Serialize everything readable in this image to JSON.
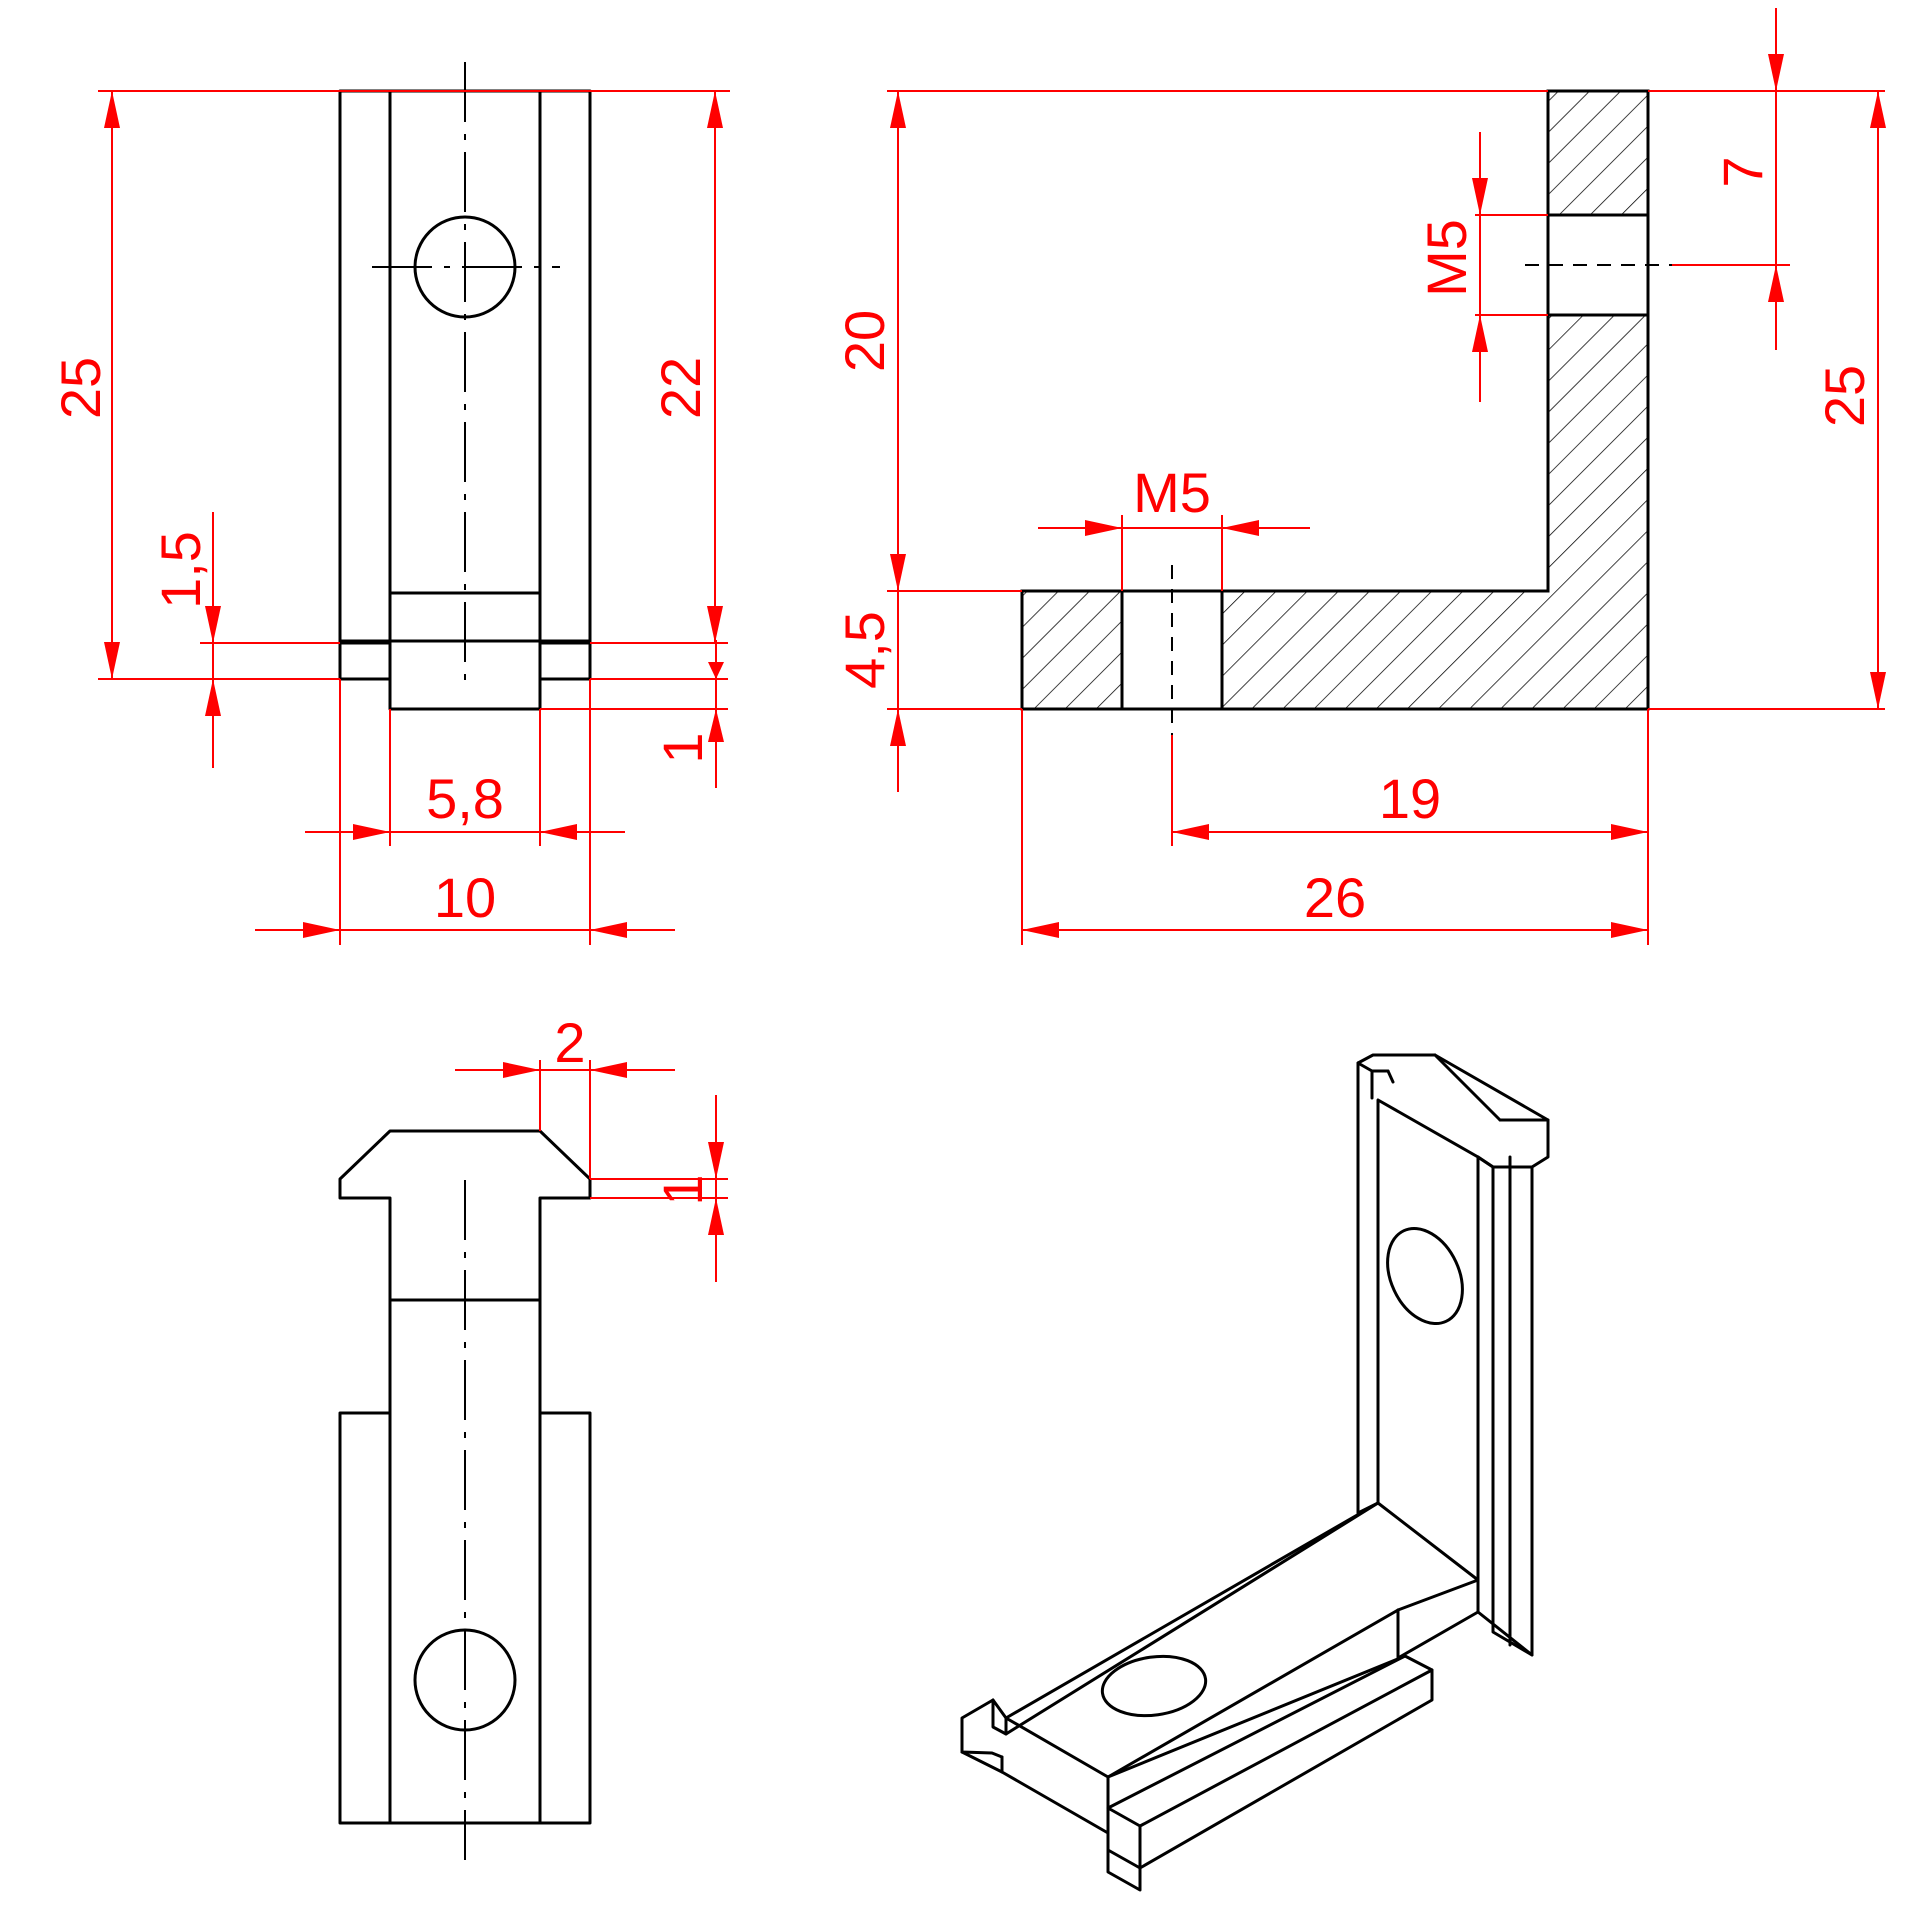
{
  "colors": {
    "object_line": "#000000",
    "dimension": "#ff0000",
    "background": "#ffffff"
  },
  "views": {
    "front": {
      "dims": {
        "height_total": "25",
        "height_inner": "22",
        "step_height": "1,5",
        "bottom_lip": "1",
        "slot_width": "5,8",
        "width": "10"
      }
    },
    "section": {
      "dims": {
        "vertical_height": "20",
        "base_thickness": "4,5",
        "hole_thread_bottom": "M5",
        "hole_thread_side": "M5",
        "hole_offset_top": "7",
        "total_height": "25",
        "hole_distance": "19",
        "total_length": "26"
      }
    },
    "top": {
      "dims": {
        "chamfer_width": "2",
        "chamfer_height": "1"
      }
    },
    "iso": {}
  }
}
